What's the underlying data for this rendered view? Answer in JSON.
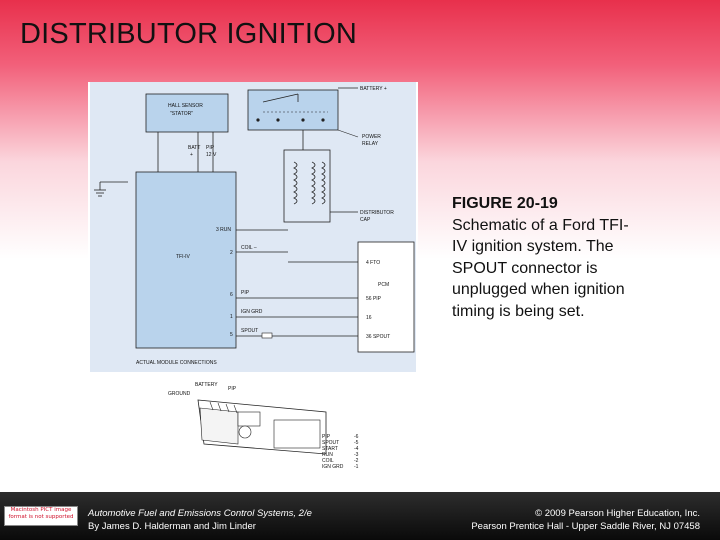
{
  "slide": {
    "title": "DISTRIBUTOR IGNITION"
  },
  "figure": {
    "labels": {
      "hall_sensor": "HALL SENSOR",
      "stator": "\"STATOR\"",
      "battery_plus": "BATTERY +",
      "power_relay_1": "POWER",
      "power_relay_2": "RELAY",
      "batt": "BATT",
      "batt_plus": "+",
      "pip_top": "PIP",
      "pip_12v": "12 V",
      "distributor_1": "DISTRIBUTOR",
      "distributor_2": "CAP",
      "run_3": "3 RUN",
      "tfi_iv": "TFI-IV",
      "coil": "COIL –",
      "pin_2": "2",
      "fto_4": "4 FTO",
      "pcm": "PCM",
      "pip_left": "PIP",
      "pin_6": "6",
      "pip_56": "56 PIP",
      "ign_grd": "IGN GRD",
      "pin_1": "1",
      "pin_16": "16",
      "spout": "SPOUT",
      "pin_5": "5",
      "spout_36": "36 SPOUT",
      "actual_module": "ACTUAL MODULE CONNECTIONS",
      "battery": "BATTERY",
      "ground": "GROUND",
      "pip_conn": "PIP",
      "conn_pins": [
        {
          "name": "PIP",
          "num": "-6"
        },
        {
          "name": "SPOUT",
          "num": "-5"
        },
        {
          "name": "START",
          "num": "-4"
        },
        {
          "name": "RUN",
          "num": "-3"
        },
        {
          "name": "COIL",
          "num": "-2"
        },
        {
          "name": "IGN GRD",
          "num": "-1"
        }
      ]
    }
  },
  "caption": {
    "title": "FIGURE 20-19",
    "body": "Schematic of a Ford TFI-IV ignition system. The SPOUT connector is unplugged when ignition timing is being set."
  },
  "footer": {
    "logo_text": "Macintosh PICT image format is not supported",
    "book_title": "Automotive Fuel and Emissions Control Systems, 2/e",
    "authors": "By James D. Halderman and Jim Linder",
    "copyright": "© 2009 Pearson Higher Education, Inc.",
    "publisher": "Pearson Prentice Hall - Upper Saddle River, NJ 07458"
  },
  "colors": {
    "header_red": "#e8304c",
    "diagram_bg": "#dfe8f4",
    "box_blue": "#b9d3ec",
    "footer_bg": "#0a0a0a"
  }
}
